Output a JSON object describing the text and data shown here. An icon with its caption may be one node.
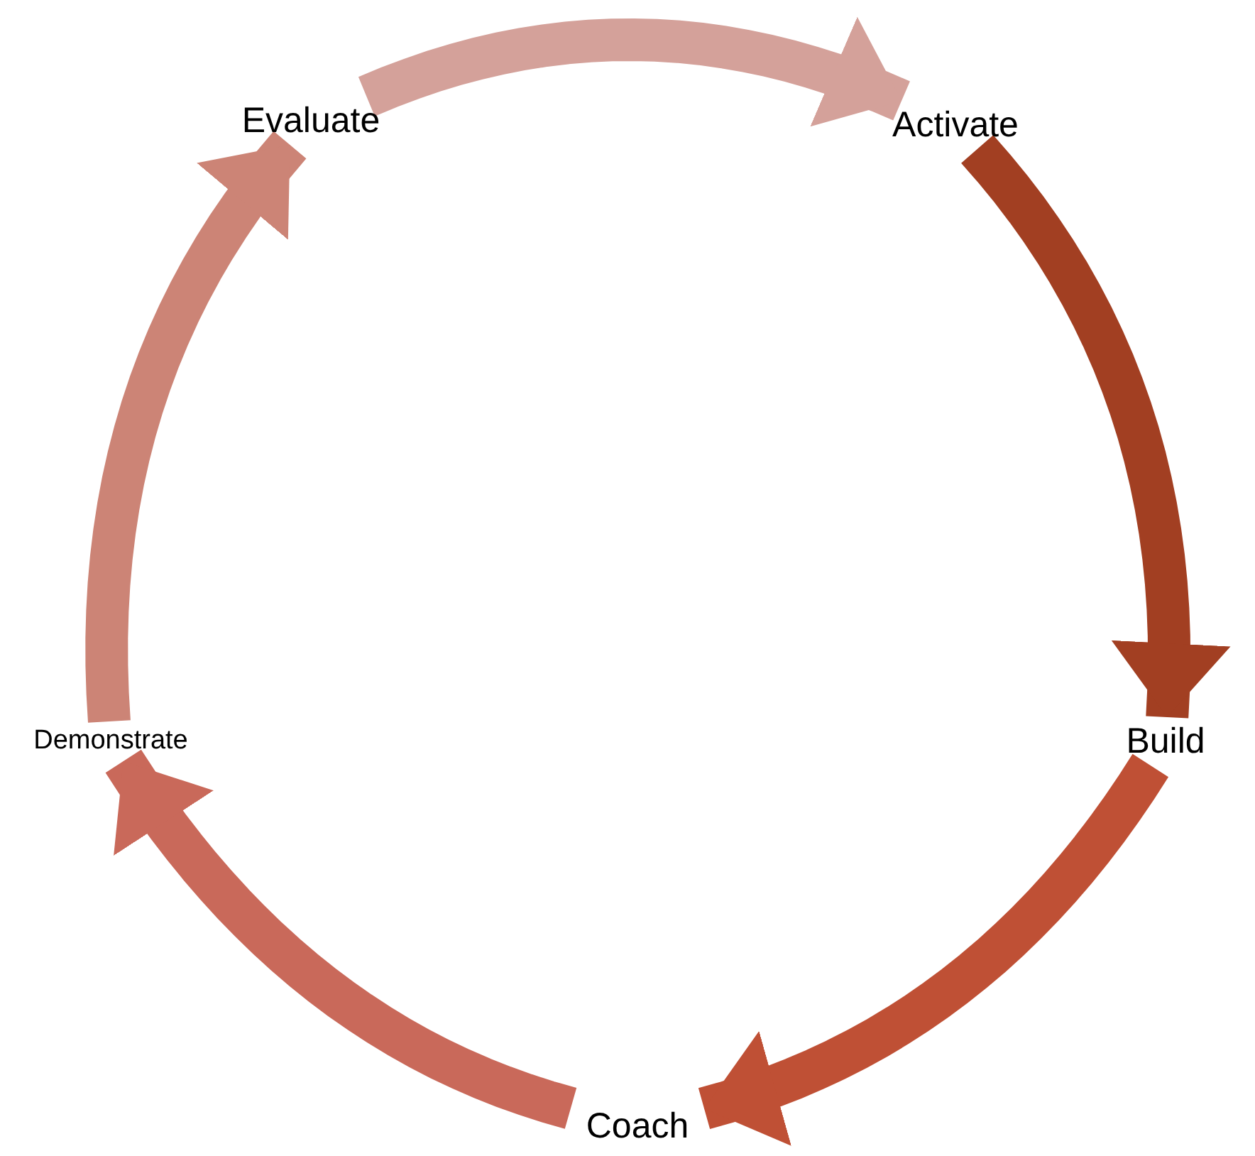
{
  "diagram": {
    "nodes": [
      {
        "text": [
          "Evaluate"
        ]
      },
      {
        "text": [
          "Activate"
        ]
      },
      {
        "text": [
          "Build"
        ]
      },
      {
        "text": [
          "Coach"
        ]
      },
      {
        "text": [
          "Demonstrate"
        ]
      }
    ],
    "edges": [
      {
        "from": 0,
        "to": 1,
        "arrow": "to",
        "color": "#d4a19a"
      },
      {
        "from": 1,
        "to": 2,
        "arrow": "to",
        "color": "#a23f22"
      },
      {
        "from": 2,
        "to": 3,
        "arrow": "to",
        "color": "#bf5035"
      },
      {
        "from": 3,
        "to": 4,
        "arrow": "to",
        "color": "#c9695a"
      },
      {
        "from": 4,
        "to": 0,
        "arrow": "to",
        "color": "#cc8476"
      }
    ]
  }
}
